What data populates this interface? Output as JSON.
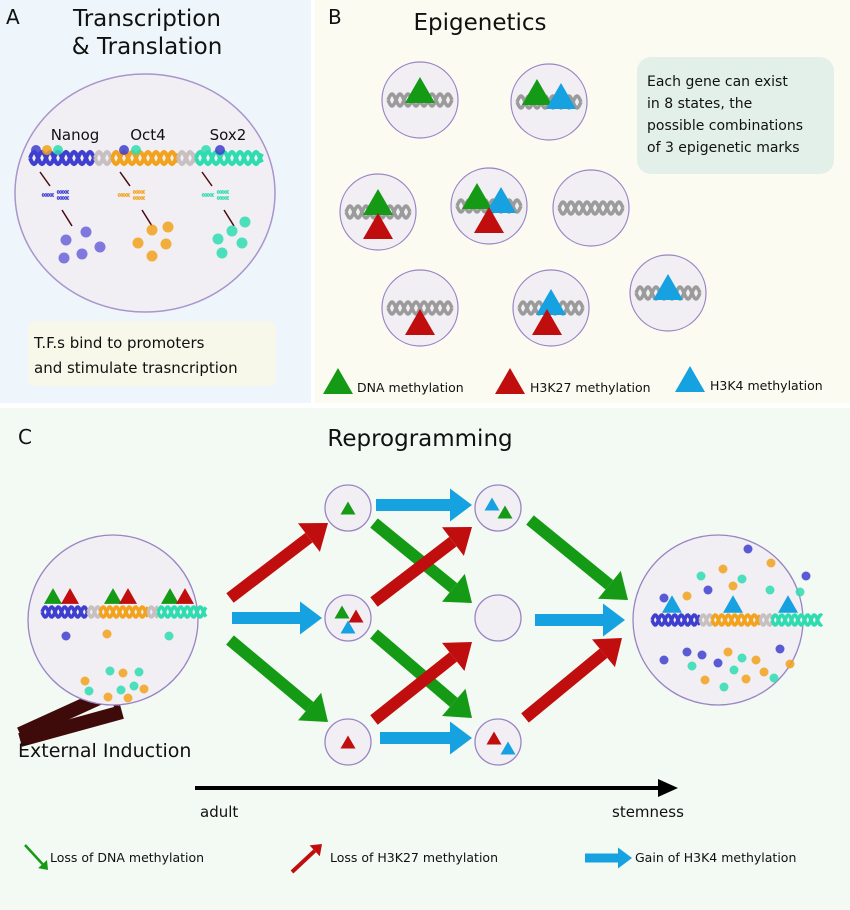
{
  "panel_a": {
    "letter": "A",
    "title_line1": "Transcription",
    "title_line2": "& Translation",
    "genes": [
      "Nanog",
      "Oct4",
      "Sox2"
    ],
    "note_line1": "T.F.s bind to promoters",
    "note_line2": "and stimulate trasncription"
  },
  "panel_b": {
    "letter": "B",
    "title": "Epigenetics",
    "info_line1": "Each gene can exist",
    "info_line2": "in 8 states, the",
    "info_line3": "possible combinations",
    "info_line4": "of 3 epigenetic marks",
    "legend": [
      "DNA methylation",
      "H3K27 methylation",
      "H3K4 methylation"
    ]
  },
  "panel_c": {
    "letter": "C",
    "title": "Reprogramming",
    "external_label": "External Induction",
    "axis_start": "adult",
    "axis_end": "stemness",
    "legend": [
      "Loss of DNA methylation",
      "Loss of H3K27 methylation",
      "Gain of H3K4 methylation"
    ]
  },
  "colors": {
    "dna_methylation": "#159a15",
    "h3k27_methylation": "#c00d0d",
    "h3k4_methylation": "#16a1e0",
    "nanog": "#3f3fcf",
    "oct4": "#f2a21c",
    "sox2": "#2fdcb0",
    "linker": "#c8c0c0",
    "cell_fill": "#f1eff4",
    "cell_stroke": "#9a84c4"
  }
}
